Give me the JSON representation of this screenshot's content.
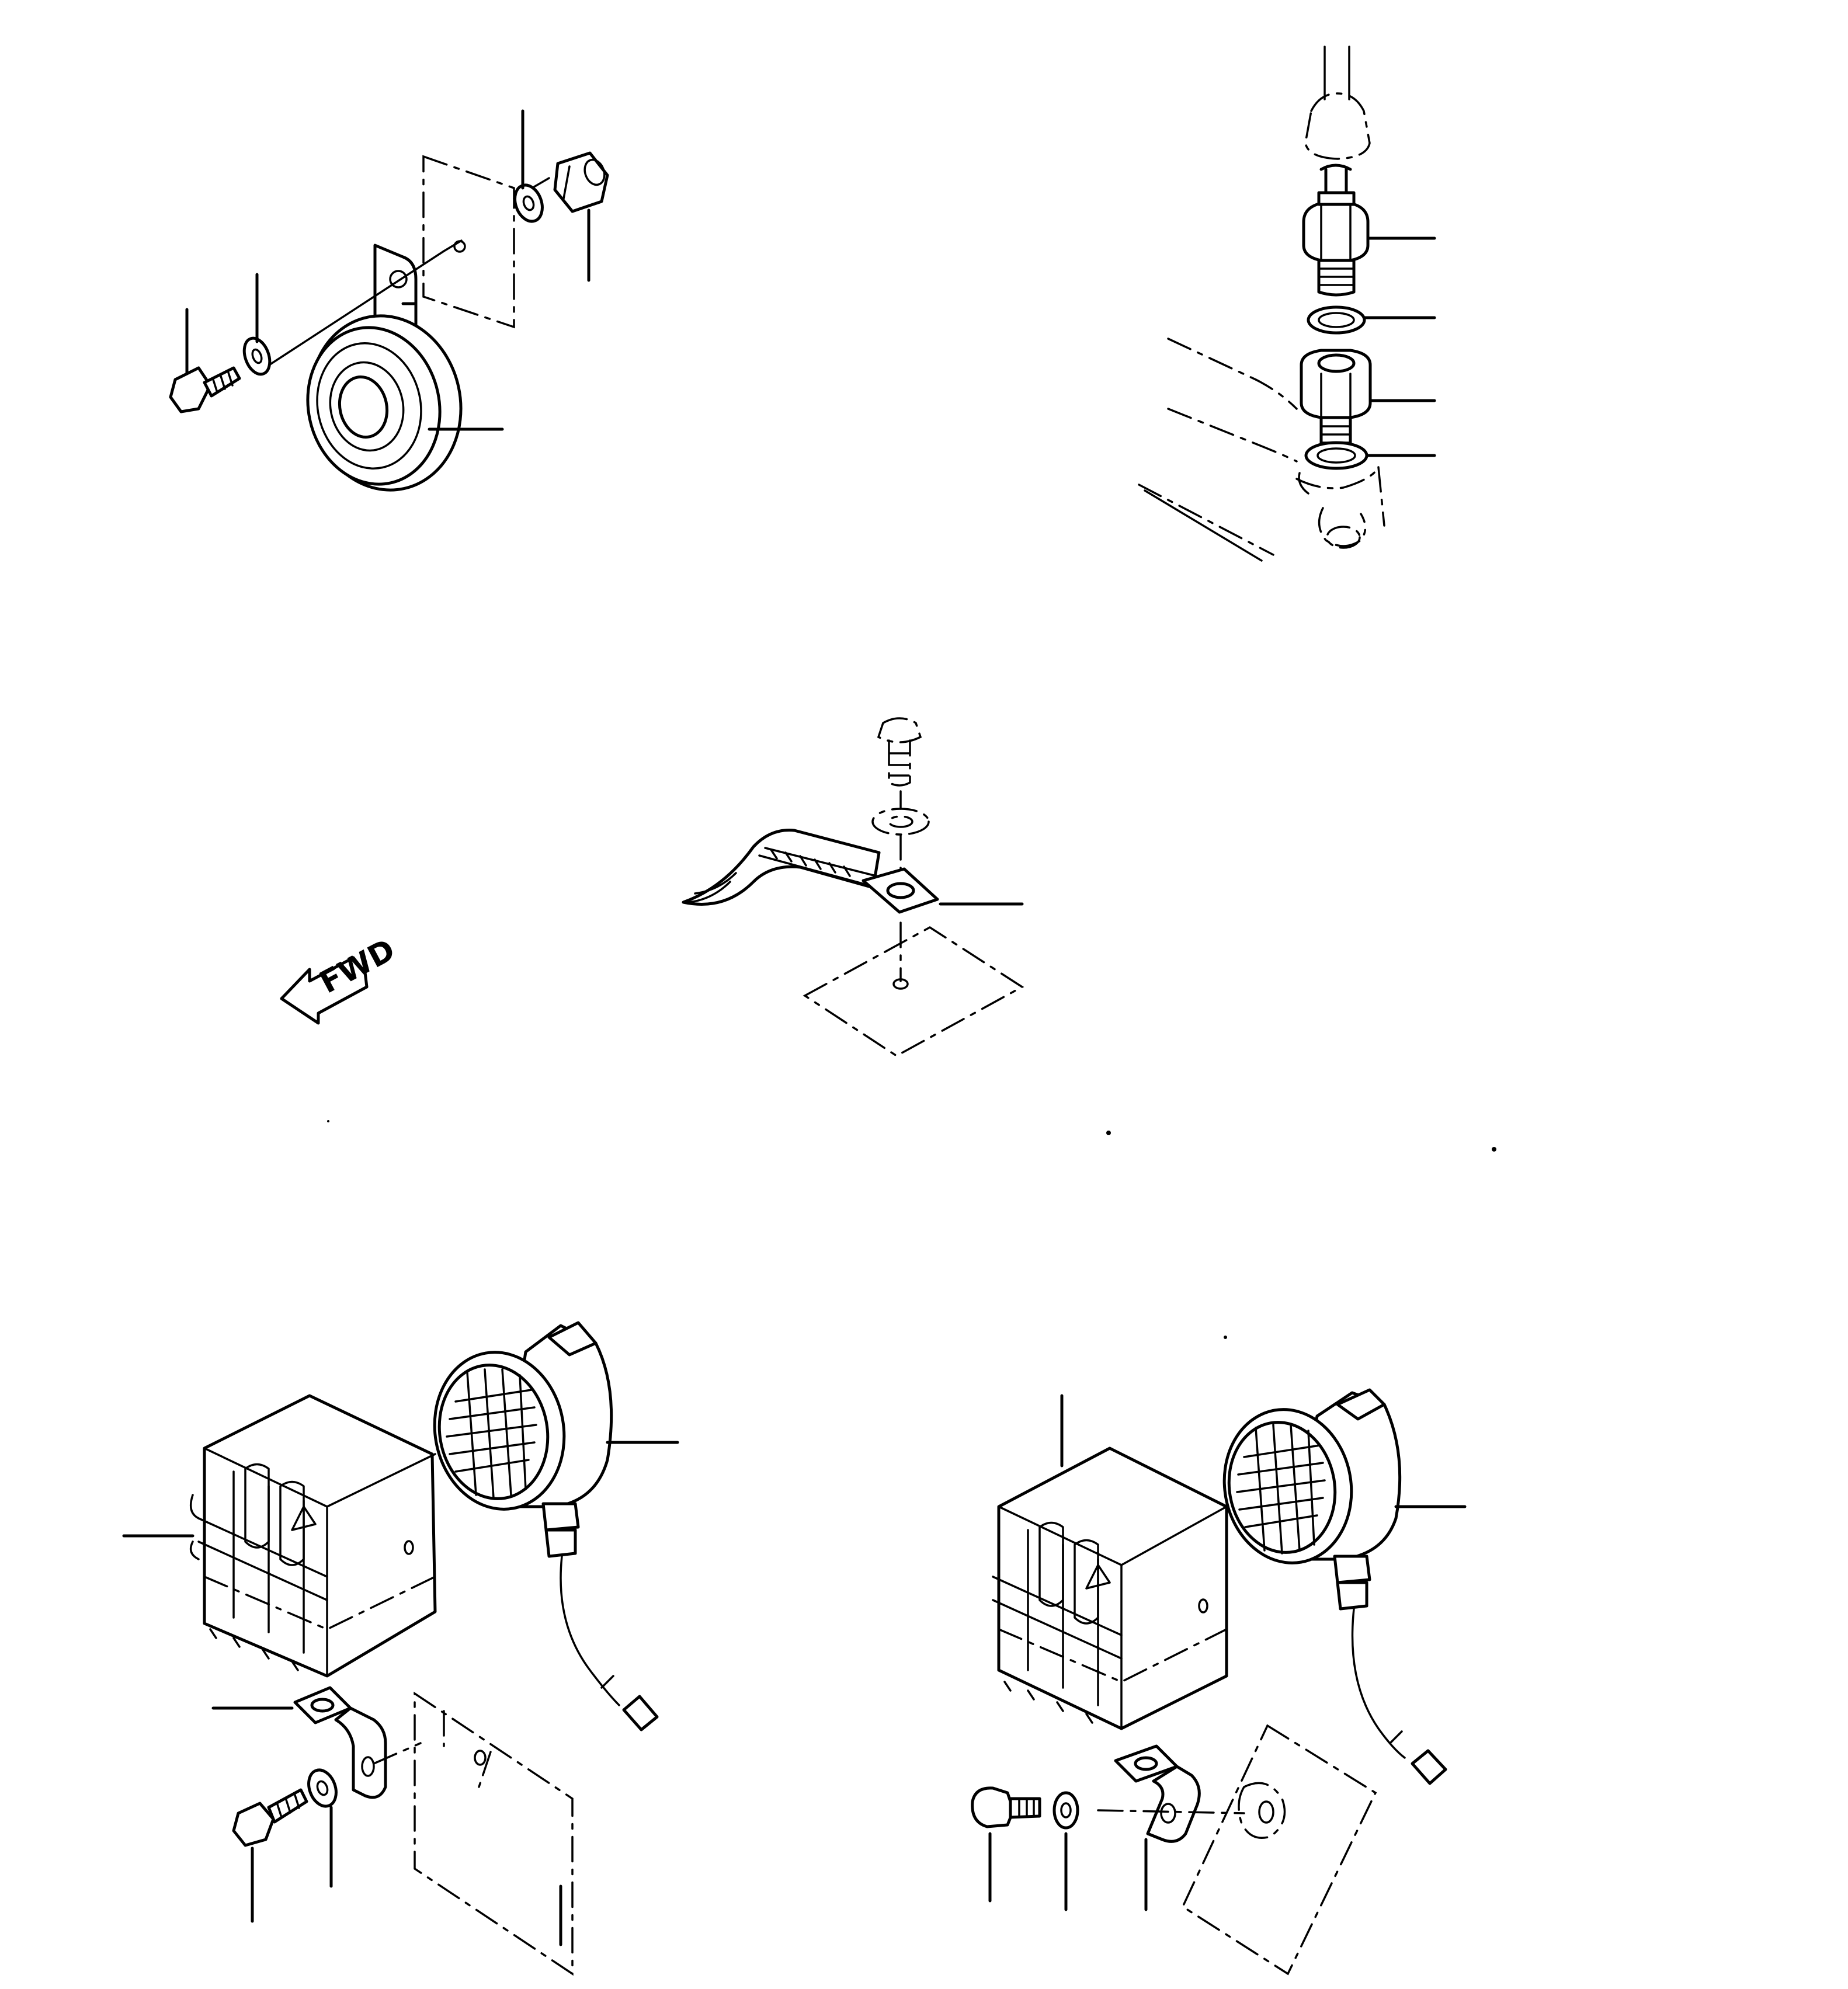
{
  "diagram": {
    "fwd_arrow": {
      "text": "FWD"
    },
    "groups": [
      {
        "id": "horn"
      },
      {
        "id": "sender-switch"
      },
      {
        "id": "ground-strap"
      },
      {
        "id": "work-light-left"
      },
      {
        "id": "work-light-right"
      }
    ]
  }
}
